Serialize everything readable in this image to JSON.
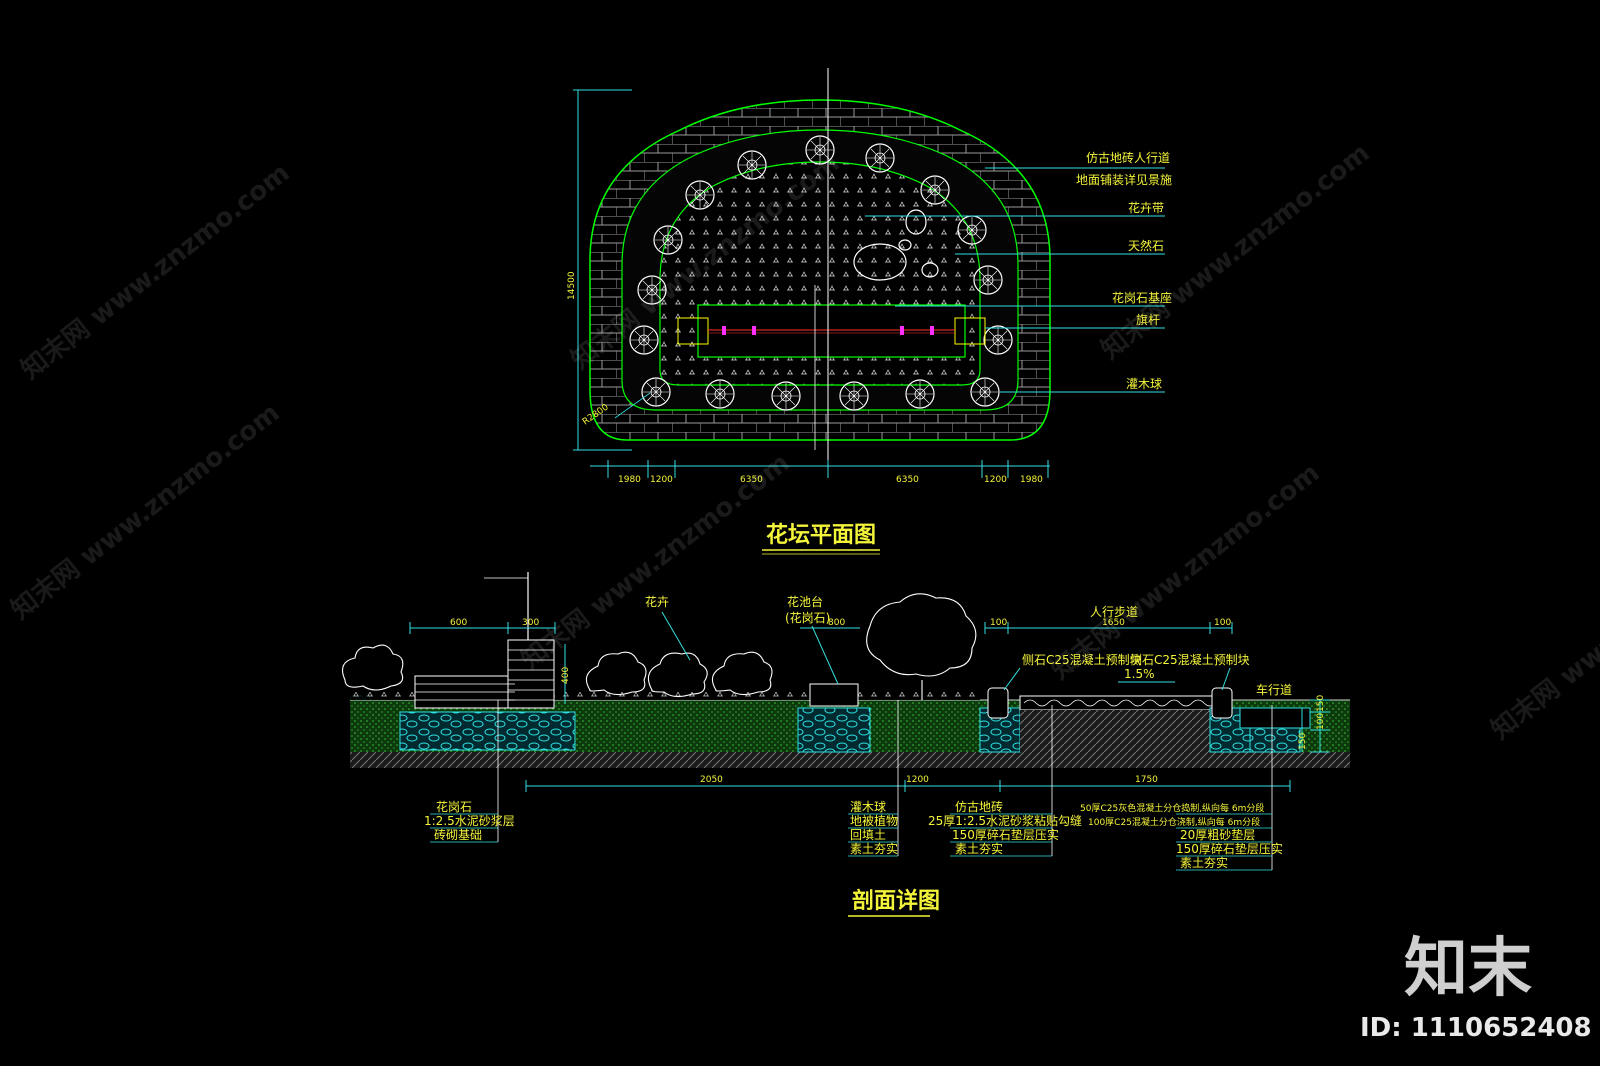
{
  "plan": {
    "title": "花坛平面图",
    "labels": [
      "仿古地砖人行道",
      "地面铺装详见景施",
      "花卉带",
      "天然石",
      "花岗石基座",
      "旗杆",
      "灌木球"
    ],
    "height_dim": "14500",
    "radius_dim": "R2800",
    "bottom_dims": [
      "1980",
      "1200",
      "6350",
      "6350",
      "1200",
      "1980"
    ]
  },
  "section": {
    "title": "剖面详图",
    "top_labels": {
      "flowers": "花卉",
      "pool_line1": "花池台",
      "pool_line2": "(花岗石)",
      "sidewalk": "人行步道",
      "curb_left": "侧石C25混凝土预制块",
      "curb_right": "侧石C25混凝土预制块",
      "slope": "1.5%",
      "roadway": "车行道"
    },
    "top_dims": [
      "600",
      "300",
      "800",
      "100",
      "1650",
      "100"
    ],
    "vert_dims": [
      "400",
      "150",
      "100",
      "150"
    ],
    "bottom_dims": [
      "2050",
      "1200",
      "1750"
    ],
    "callouts_left": [
      "花岗石",
      "1:2.5水泥砂浆层",
      "砖砌基础"
    ],
    "callouts_mid": [
      "灌木球",
      "地被植物",
      "回填土",
      "素土夯实"
    ],
    "callouts_pave": [
      "仿古地砖",
      "25厚1:2.5水泥砂浆粘贴勾缝",
      "150厚碎石垫层压实",
      "素土夯实"
    ],
    "callouts_right": [
      "50厚C25灰色混凝土分仓捣制,纵向每 6m分段",
      "100厚C25混凝土分仓浇制,纵向每 6m分段",
      "20厚粗砂垫层",
      "150厚碎石垫层压实",
      "素土夯实"
    ]
  },
  "watermark": "知末网 www.znzmo.com",
  "branding": {
    "logo": "知末",
    "id_text": "ID: 1110652408"
  }
}
